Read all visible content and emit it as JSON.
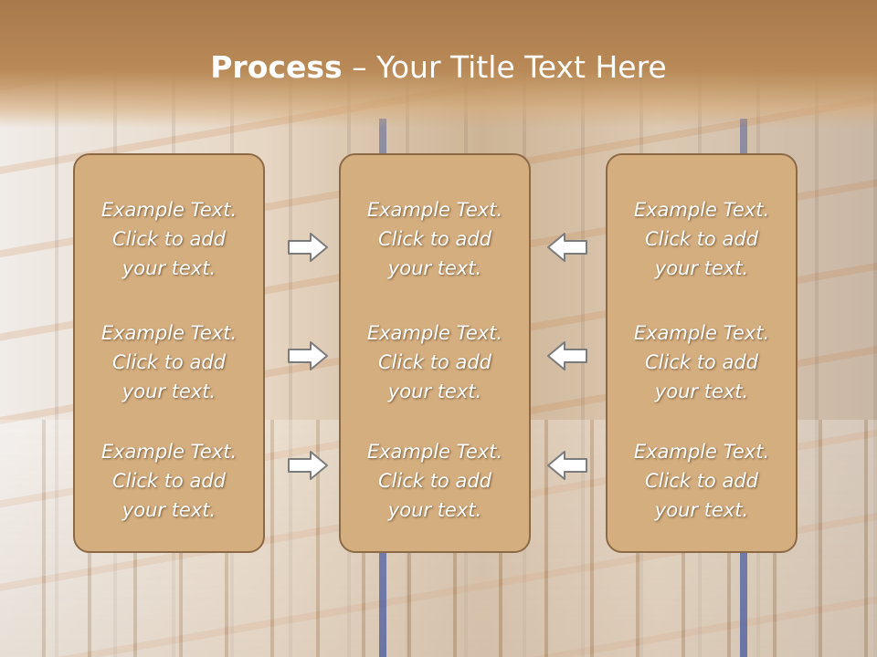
{
  "title": {
    "bold": "Process",
    "rest": " – Your Title Text Here"
  },
  "blocks": [
    {
      "line1": "Example Text.",
      "line2": "Click  to add",
      "line3": "your text."
    }
  ],
  "panels": {
    "left": [
      {
        "line1": "Example Text.",
        "line2": "Click  to add",
        "line3": "your text."
      },
      {
        "line1": "Example Text.",
        "line2": "Click  to add",
        "line3": "your text."
      },
      {
        "line1": "Example Text.",
        "line2": "Click  to add",
        "line3": "your text."
      }
    ],
    "center": [
      {
        "line1": "Example Text.",
        "line2": "Click  to add",
        "line3": "your text."
      },
      {
        "line1": "Example Text.",
        "line2": "Click  to add",
        "line3": "your text."
      },
      {
        "line1": "Example Text.",
        "line2": "Click  to add",
        "line3": "your text."
      }
    ],
    "right": [
      {
        "line1": "Example Text.",
        "line2": "Click  to add",
        "line3": "your text."
      },
      {
        "line1": "Example Text.",
        "line2": "Click  to add",
        "line3": "your text."
      },
      {
        "line1": "Example Text.",
        "line2": "Click  to add",
        "line3": "your text."
      }
    ]
  },
  "arrows": {
    "left_to_center": [
      "arrow-right-icon",
      "arrow-right-icon",
      "arrow-right-icon"
    ],
    "right_to_center": [
      "arrow-left-icon",
      "arrow-left-icon",
      "arrow-left-icon"
    ]
  },
  "colors": {
    "header": "#b98a57",
    "panel_fill": "#d4ae7f",
    "panel_border": "#8c6a45",
    "text": "#ffffff"
  }
}
